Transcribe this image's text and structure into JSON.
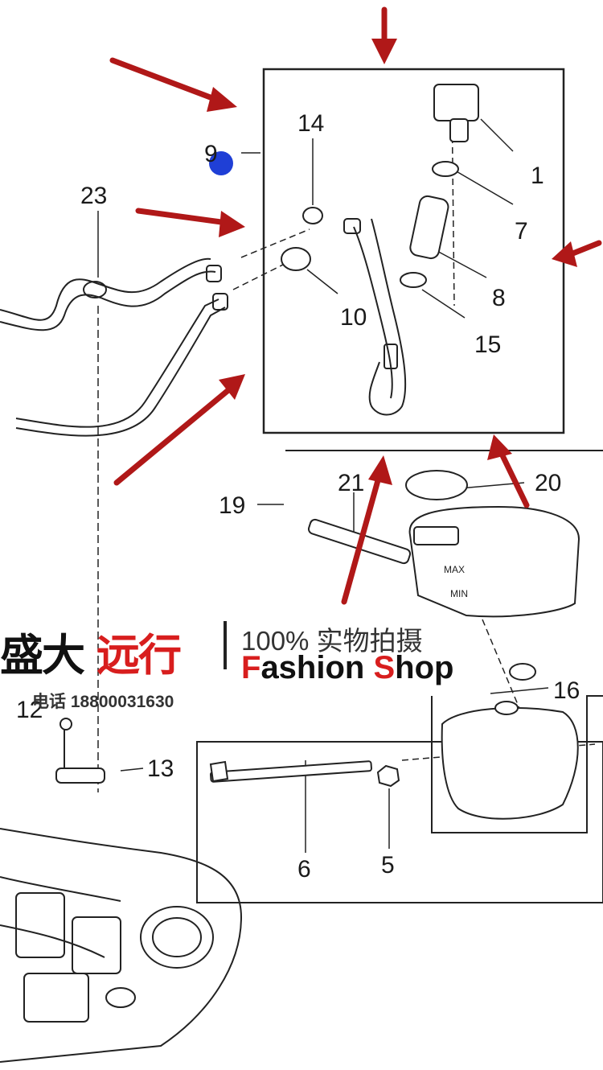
{
  "callouts": {
    "c1": "1",
    "c5": "5",
    "c6": "6",
    "c7": "7",
    "c8": "8",
    "c9": "9",
    "c10": "10",
    "c13": "13",
    "c14": "14",
    "c15": "15",
    "c16": "16",
    "c19": "19",
    "c20": "20",
    "c21": "21",
    "c23": "23",
    "c12": "12"
  },
  "watermark": {
    "brand_black": "盛大",
    "brand_red": "远行",
    "subtitle": "100% 实物拍摄",
    "english_part1": "F",
    "english_part2": "ashion ",
    "english_part3": "S",
    "english_part4": "hop",
    "phone": "电话 18800031630"
  },
  "colors": {
    "arrow": "#b01818",
    "marker": "#1f3fd6",
    "line": "#222222",
    "watermark_red": "#d81e1e"
  }
}
